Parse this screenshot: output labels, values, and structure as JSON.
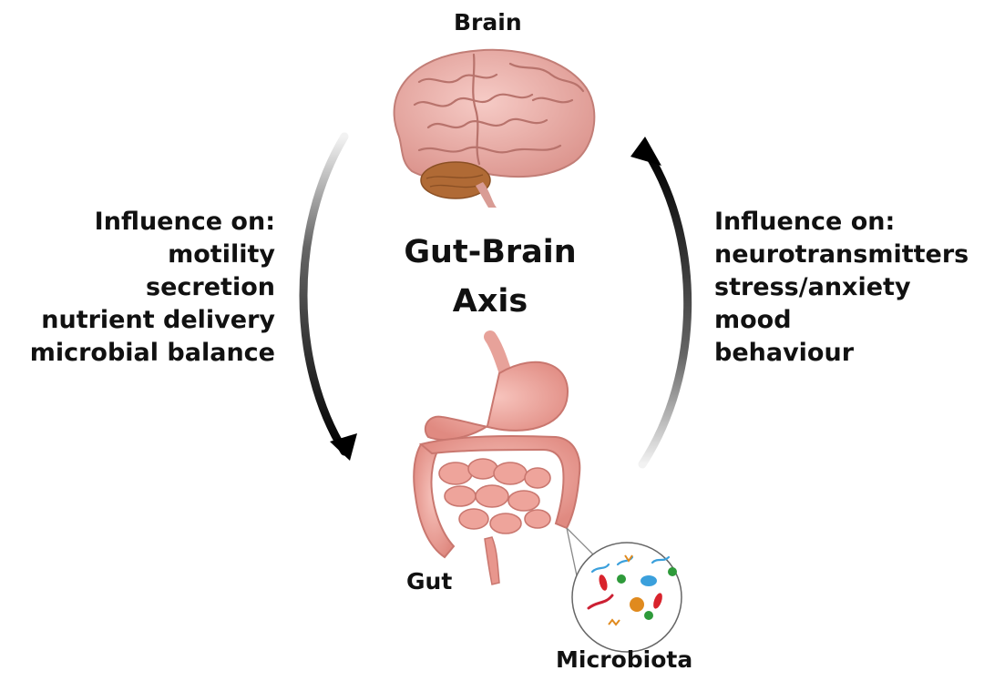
{
  "labels": {
    "brain": "Brain",
    "gut": "Gut",
    "microbiota": "Microbiota",
    "title_line1": "Gut-Brain",
    "title_line2": "Axis"
  },
  "left_panel": {
    "heading": "Influence on:",
    "items": [
      "motility",
      "secretion",
      "nutrient delivery",
      "microbial balance"
    ]
  },
  "right_panel": {
    "heading": "Influence on:",
    "items": [
      "neurotransmitters",
      "stress/anxiety",
      "mood",
      "behaviour"
    ]
  },
  "colors": {
    "arrow": "#000000",
    "brain": "#f0b7b1",
    "cerebellum": "#b06a35",
    "gut": "#f1a8a0"
  }
}
